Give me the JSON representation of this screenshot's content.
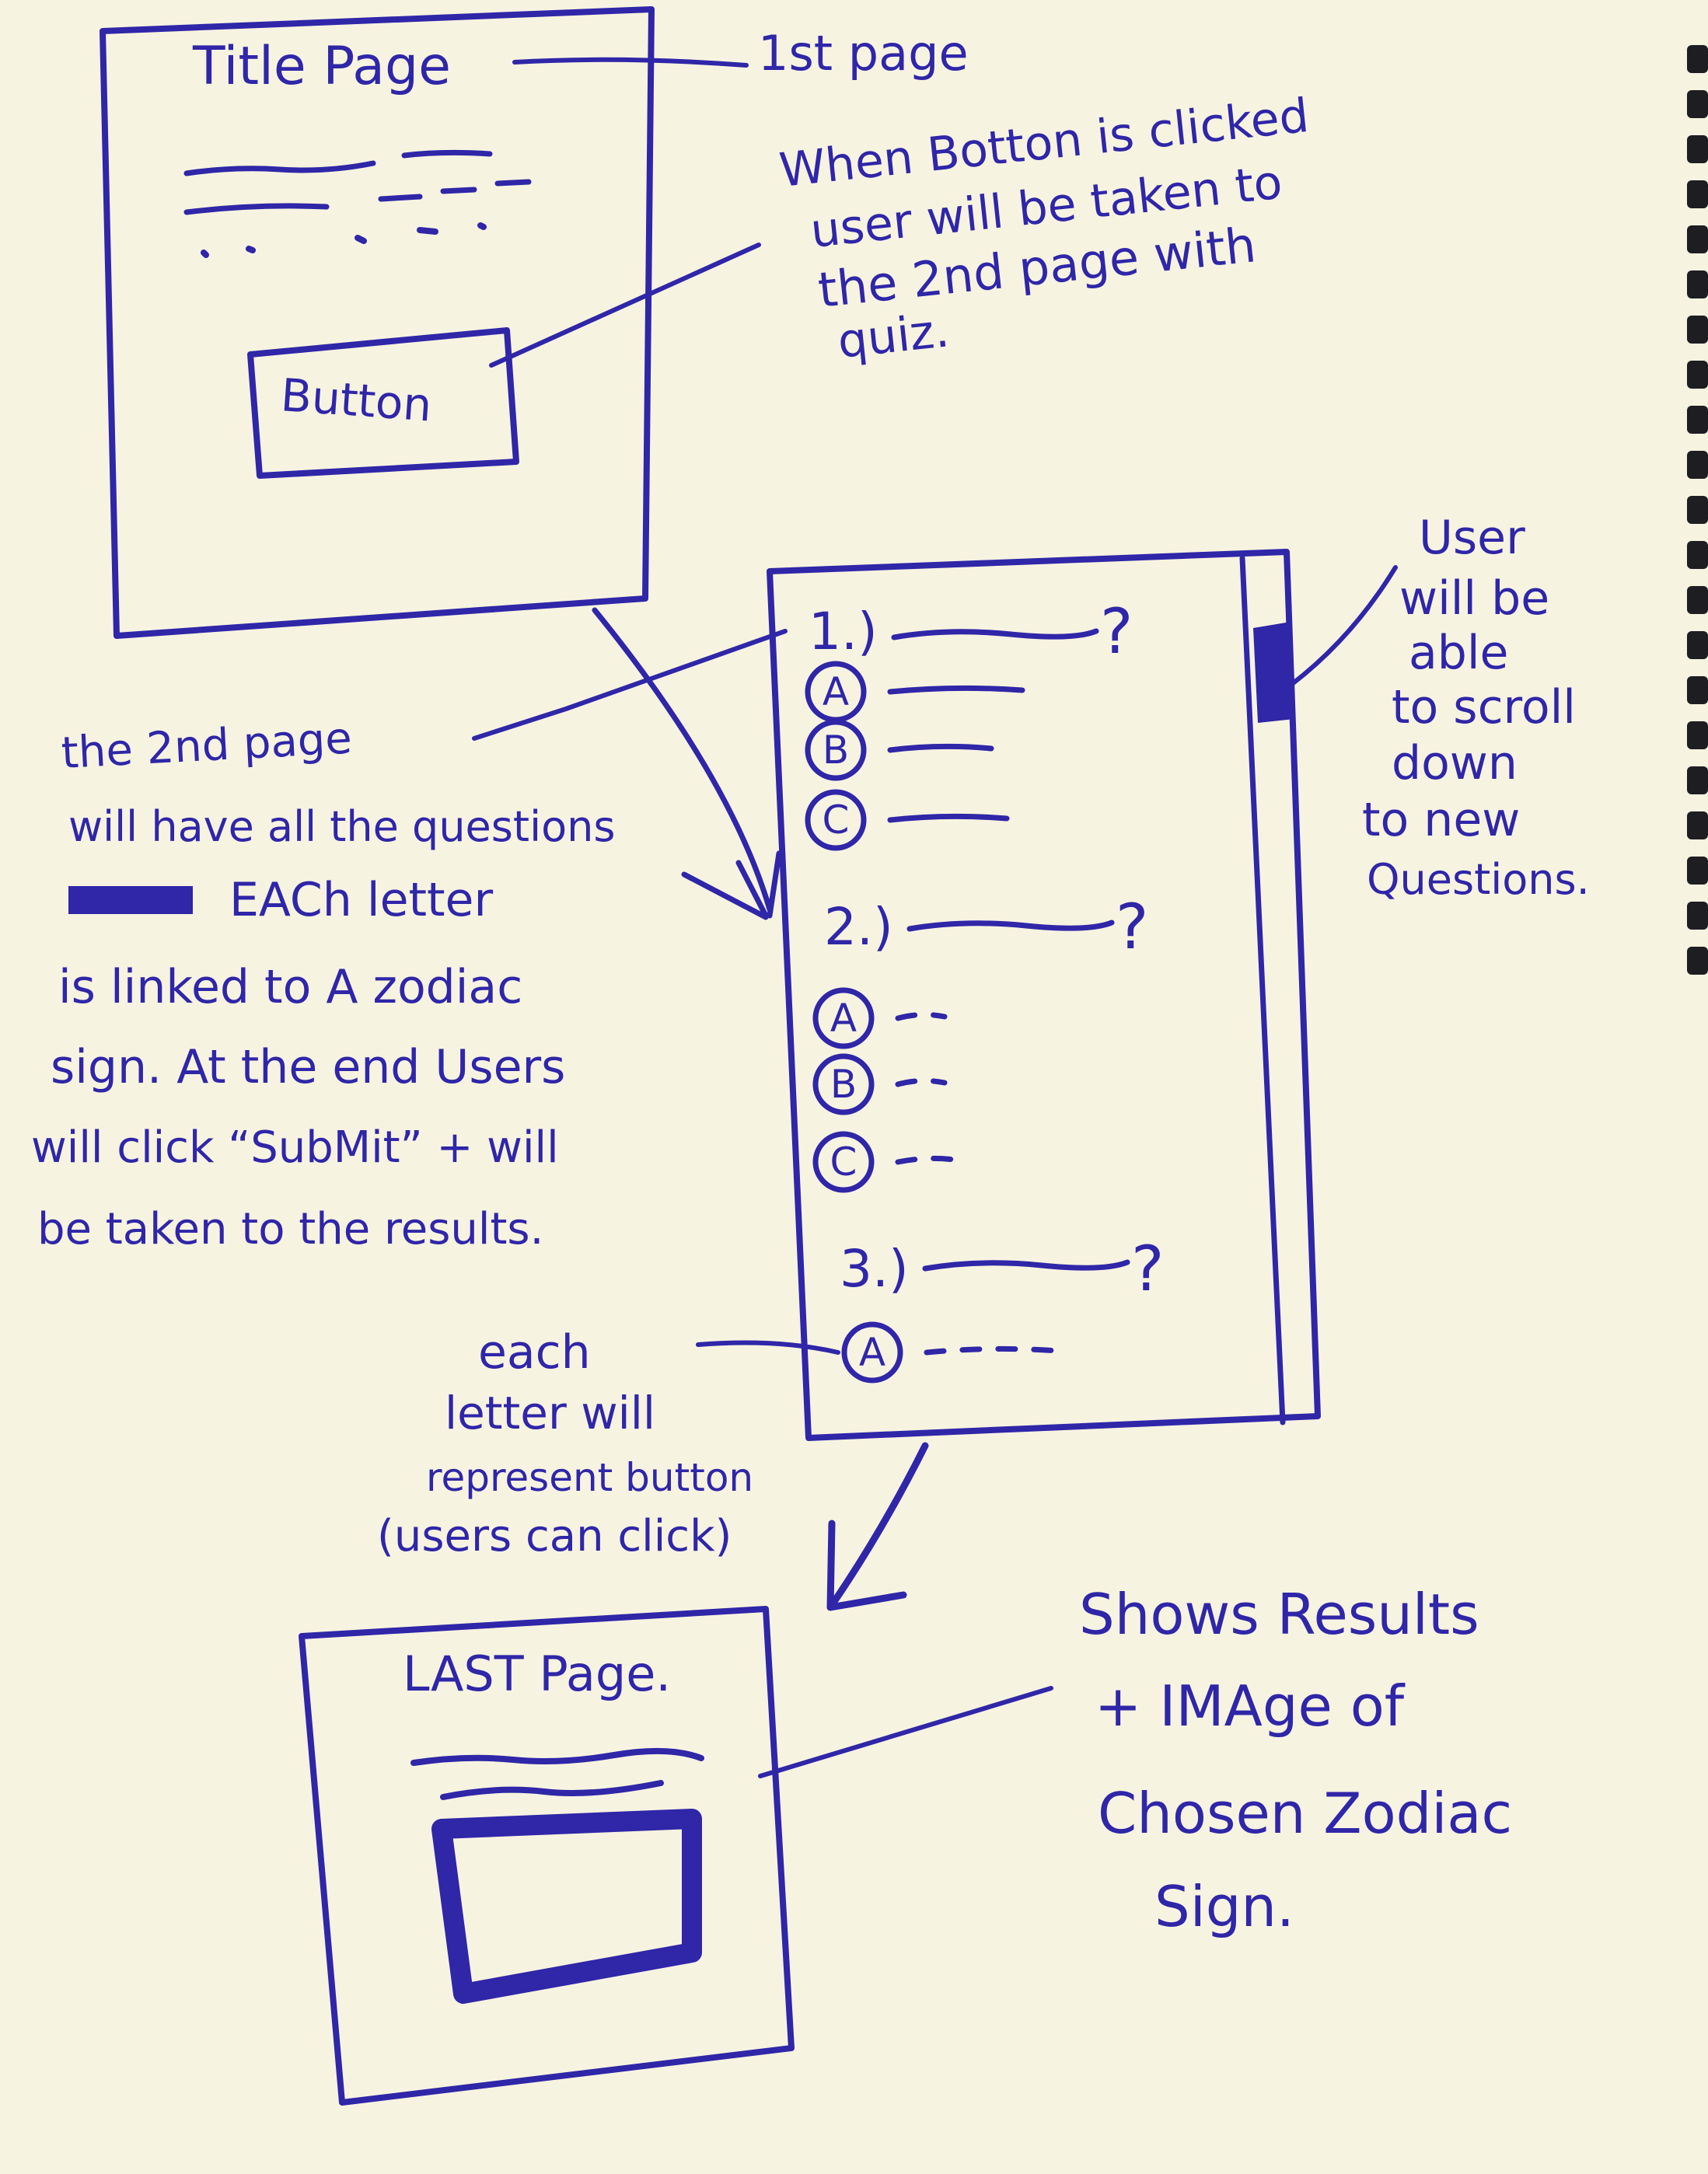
{
  "title_page": {
    "label": "Title Page",
    "button_label": "Button",
    "note_1st_page": "1st page",
    "note_button": [
      "When Botton is clicked",
      "user will be taken to",
      "the 2nd page with",
      "quiz."
    ]
  },
  "quiz_page": {
    "questions": [
      {
        "number": "1.)",
        "options": [
          "A",
          "B",
          "C"
        ]
      },
      {
        "number": "2.)",
        "options": [
          "A",
          "B",
          "C"
        ]
      },
      {
        "number": "3.)",
        "options": [
          "A"
        ]
      }
    ],
    "note_scroll": [
      "User",
      "will be",
      "able",
      "to scroll",
      "down",
      "to new",
      "Questions."
    ],
    "note_second_page": [
      "the 2nd page",
      "will have all the questions",
      "EACh letter",
      "is linked to A zodiac",
      "sign. At the end Users",
      "will click “SubMit” + will",
      "be taken to the results."
    ],
    "note_letter": [
      "each",
      "letter will",
      "represent button",
      "(users can click)"
    ]
  },
  "last_page": {
    "label": "LAST Page.",
    "note_results": [
      "Shows Results",
      "+ IMAge of",
      "Chosen Zodiac",
      "Sign."
    ]
  },
  "colors": {
    "ink": "#2f26a8",
    "paper": "#f7f3e1",
    "binding": "#1d1d22"
  }
}
